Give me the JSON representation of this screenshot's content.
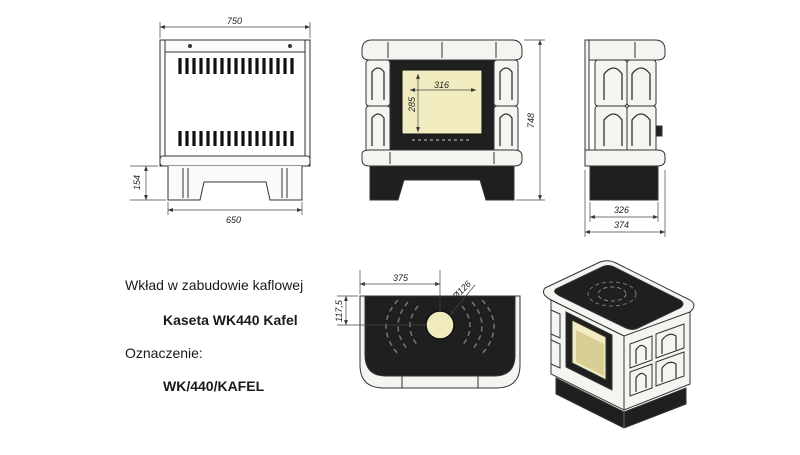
{
  "labels": {
    "line1": "Wkład w zabudowie kaflowej",
    "model": "Kaseta WK440 Kafel",
    "designation_label": "Oznaczenie:",
    "designation_value": "WK/440/KAFEL"
  },
  "dimensions": {
    "back_width": "750",
    "base_width": "650",
    "base_height": "154",
    "glass_width": "316",
    "glass_height": "285",
    "total_height": "748",
    "side_depth_inner": "326",
    "side_depth_outer": "374",
    "top_width": "375",
    "top_depth": "117,5",
    "flue_diameter": "Ø126"
  },
  "colors": {
    "line": "#2a2a2a",
    "dark": "#202020",
    "glass": "#f1ecc0",
    "tile": "#f4f4f0"
  }
}
